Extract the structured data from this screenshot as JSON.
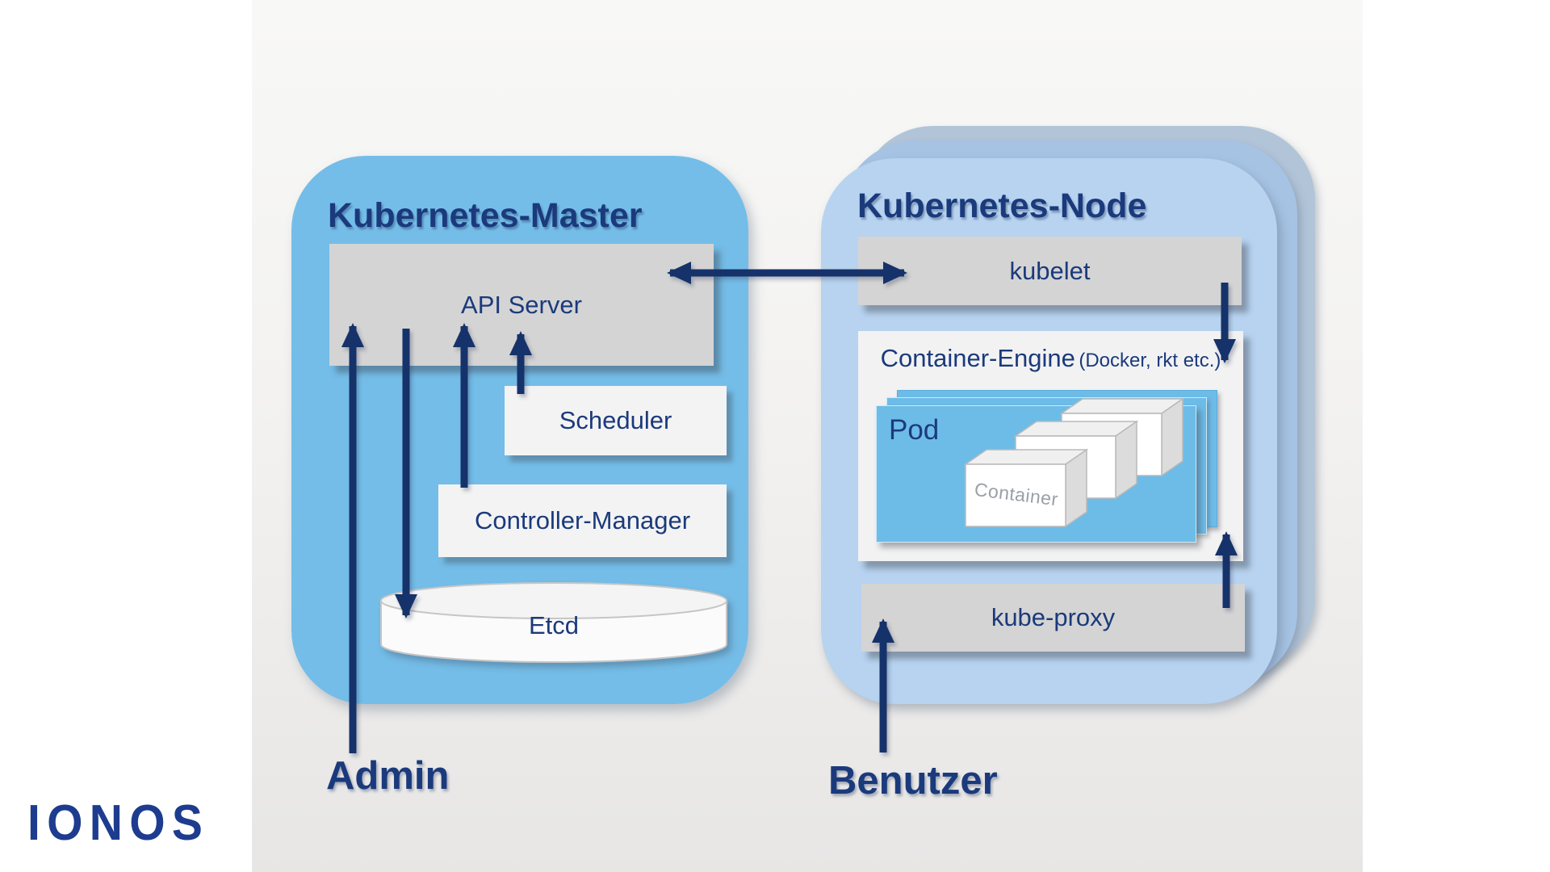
{
  "brand": {
    "logo": "IONOS"
  },
  "master": {
    "title": "Kubernetes-Master",
    "api_server": "API Server",
    "scheduler": "Scheduler",
    "controller_manager": "Controller-Manager",
    "etcd": "Etcd"
  },
  "node": {
    "title": "Kubernetes-Node",
    "kubelet": "kubelet",
    "container_engine": "Container-Engine",
    "container_engine_note": "(Docker, rkt etc.)",
    "pod": "Pod",
    "container": "Container",
    "kube_proxy": "kube-proxy"
  },
  "actors": {
    "admin": "Admin",
    "user": "Benutzer"
  },
  "colors": {
    "master_panel_blue": "#74bde8",
    "node_panel_front": "#b7d3f0",
    "node_panel_mid": "#a6c3e4",
    "node_panel_back": "#b2c4d8",
    "pod_blue": "#6dbce8",
    "box_gray": "#d4d4d4",
    "box_white": "#f3f3f3",
    "text_navy": "#1b3a7c",
    "arrow_navy": "#16336b",
    "logo_navy": "#1d3c8f"
  }
}
